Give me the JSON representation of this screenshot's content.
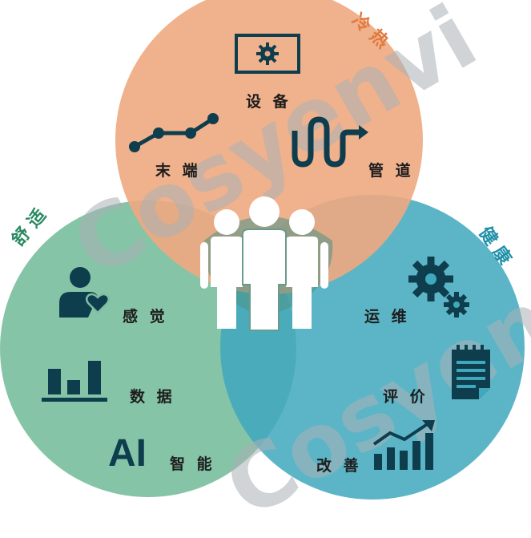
{
  "circles": {
    "top": {
      "color": "#eea881",
      "label_arc": "冷 热",
      "label_arc_color": "#e07a3e"
    },
    "left": {
      "color": "#7cbfa0",
      "label_arc": "舒 适",
      "label_arc_color": "#2b8a63"
    },
    "right": {
      "color": "#3fa8bd",
      "label_arc": "健 康",
      "label_arc_color": "#1d8fa8"
    }
  },
  "colors": {
    "icon": "#0e3d4d",
    "center_people": "#ffffff"
  },
  "items": {
    "equipment": {
      "label": "设 备",
      "icon": "monitor-gear-icon"
    },
    "terminal": {
      "label": "末 端",
      "icon": "line-chart-icon"
    },
    "pipeline": {
      "label": "管 道",
      "icon": "pipe-arrow-icon"
    },
    "perception": {
      "label": "感 觉",
      "icon": "person-heart-icon"
    },
    "data": {
      "label": "数 据",
      "icon": "bar-chart-icon"
    },
    "ai": {
      "text": "AI",
      "label": "智 能"
    },
    "operation": {
      "label": "运 维",
      "icon": "gears-icon"
    },
    "evaluation": {
      "label": "评 价",
      "icon": "notepad-icon"
    },
    "improvement": {
      "label": "改 善",
      "icon": "growth-chart-icon"
    }
  },
  "center": {
    "icon": "people-group-icon"
  },
  "watermark": {
    "text": "Cosyenvi"
  }
}
